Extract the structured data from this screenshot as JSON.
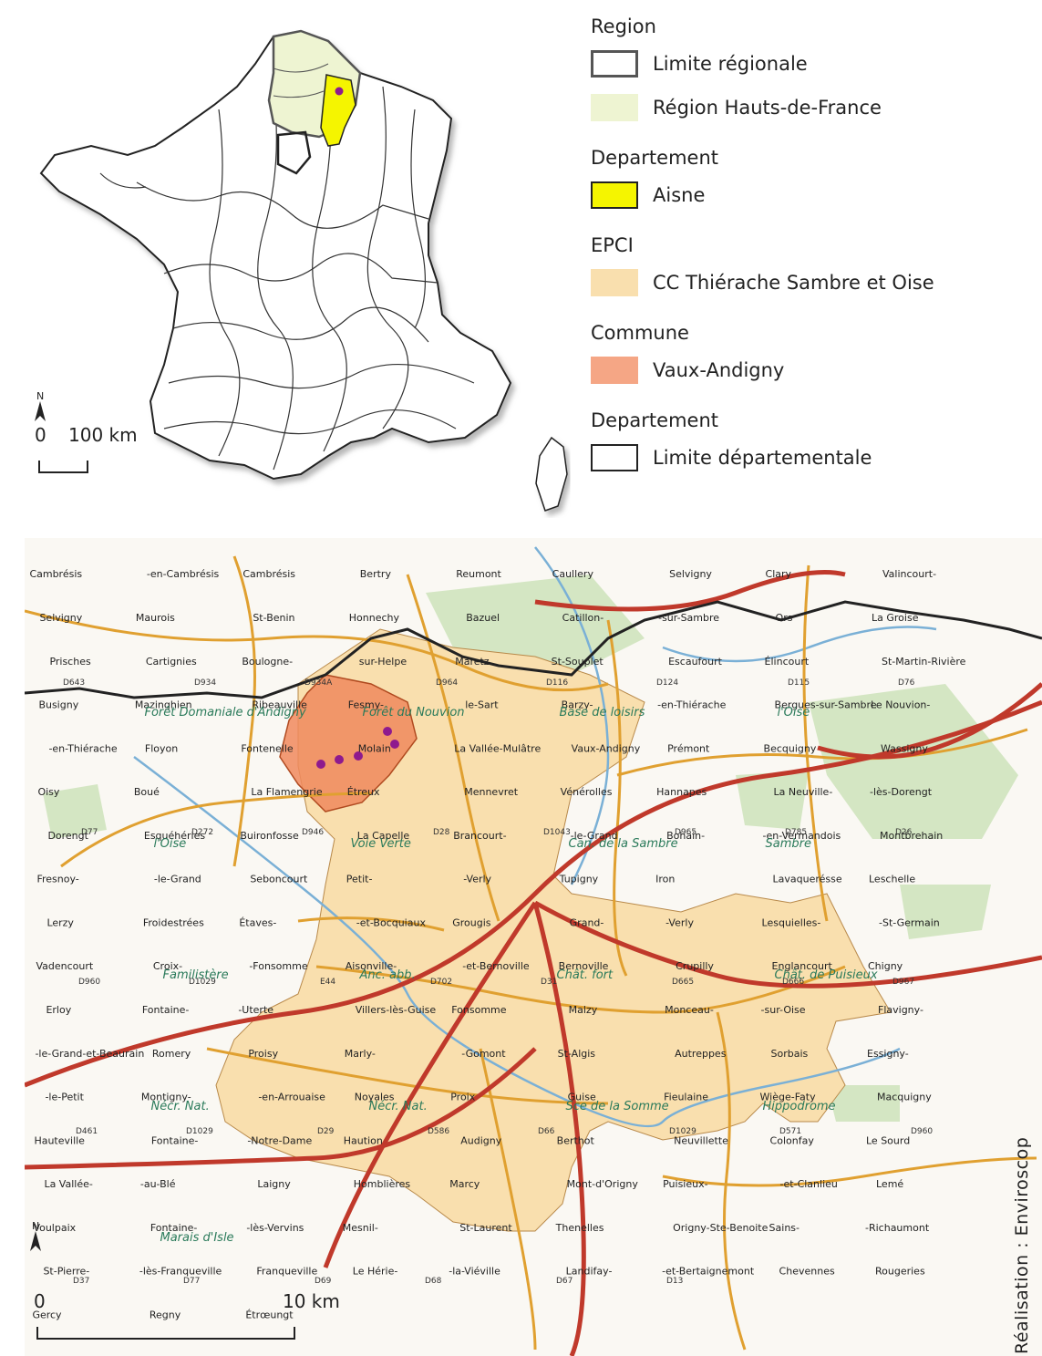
{
  "inset": {
    "scale_zero": "0",
    "scale_label": "100 km",
    "north_label": "N"
  },
  "legend": {
    "groups": [
      {
        "heading": "Region",
        "items": [
          {
            "label": "Limite régionale",
            "fill": "#ffffff",
            "border": "#555555",
            "border_width": 3
          },
          {
            "label": "Région Hauts-de-France",
            "fill": "#eef4d2",
            "border": "#eef4d2",
            "border_width": 0
          }
        ]
      },
      {
        "heading": "Departement",
        "items": [
          {
            "label": "Aisne",
            "fill": "#f5f500",
            "border": "#222222",
            "border_width": 2
          }
        ]
      },
      {
        "heading": "EPCI",
        "items": [
          {
            "label": "CC Thiérache Sambre et Oise",
            "fill": "#f9dfae",
            "border": "#f9dfae",
            "border_width": 0
          }
        ]
      },
      {
        "heading": "Commune",
        "items": [
          {
            "label": "Vaux-Andigny",
            "fill": "#f5a685",
            "border": "#f5a685",
            "border_width": 0
          }
        ]
      },
      {
        "heading": "Departement",
        "items": [
          {
            "label": "Limite départementale",
            "fill": "#ffffff",
            "border": "#222222",
            "border_width": 2
          }
        ]
      }
    ]
  },
  "colors": {
    "epci": "#f9dfae",
    "commune": "#f08a5d",
    "region": "#eef4d2",
    "aisne": "#f5f500",
    "forest": "#d4e6c3",
    "road_major": "#c0392b",
    "road_secondary": "#e0a030",
    "border": "#222222",
    "marker": "#8e1a8e"
  },
  "map": {
    "places": [
      "Cambrésis",
      "-en-Cambrésis",
      "Cambrésis",
      "Bertry",
      "Reumont",
      "Caullery",
      "Selvigny",
      "Clary",
      "Valincourt-",
      "Selvigny",
      "Maurois",
      "St-Benin",
      "Honnechy",
      "Bazuel",
      "Catillon-",
      "-sur-Sambre",
      "Ors",
      "La Groise",
      "Prisches",
      "Cartignies",
      "Boulogne-",
      "sur-Helpe",
      "Maretz",
      "St-Souplet",
      "Escaufourt",
      "Élincourt",
      "St-Martin-Rivière",
      "Busigny",
      "Mazinghien",
      "Ribeauville",
      "Fesmy-",
      "le-Sart",
      "Barzy-",
      "-en-Thiérache",
      "Bergues-sur-Sambre",
      "Le Nouvion-",
      "-en-Thiérache",
      "Floyon",
      "Fontenelle",
      "Molain",
      "La Vallée-Mulâtre",
      "Vaux-Andigny",
      "Prémont",
      "Becquigny",
      "Wassigny",
      "Oisy",
      "Boué",
      "La Flamengrie",
      "Étreux",
      "Mennevret",
      "Vénérolles",
      "Hannapes",
      "La Neuville-",
      "-lès-Dorengt",
      "Dorengt",
      "Esquéhéries",
      "Buironfosse",
      "La Capelle",
      "Brancourt-",
      "-le-Grand",
      "Bohain-",
      "-en-Vermandois",
      "Montbrehain",
      "Fresnoy-",
      "-le-Grand",
      "Seboncourt",
      "Petit-",
      "-Verly",
      "Tupigny",
      "Iron",
      "Lavaquerésse",
      "Leschelle",
      "Lerzy",
      "Froidestrées",
      "Étaves-",
      "-et-Bocquiaux",
      "Grougis",
      "Grand-",
      "-Verly",
      "Lesquielles-",
      "-St-Germain",
      "Vadencourt",
      "Croix-",
      "-Fonsomme",
      "Aisonville-",
      "-et-Bernoville",
      "Bernoville",
      "Crupilly",
      "Englancourt",
      "Chigny",
      "Erloy",
      "Fontaine-",
      "-Uterte",
      "Villers-lès-Guise",
      "Fonsomme",
      "Malzy",
      "Monceau-",
      "-sur-Oise",
      "Flavigny-",
      "-le-Grand-et-Beaurain",
      "Romery",
      "Proisy",
      "Marly-",
      "-Gomont",
      "St-Algis",
      "Autreppes",
      "Sorbais",
      "Essigny-",
      "-le-Petit",
      "Montigny-",
      "-en-Arrouaise",
      "Noyales",
      "Proix",
      "Guise",
      "Fieulaine",
      "Wiège-Faty",
      "Macquigny",
      "Hauteville",
      "Fontaine-",
      "-Notre-Dame",
      "Haution",
      "Audigny",
      "Berthot",
      "Neuvillette",
      "Colonfay",
      "Le Sourd",
      "La Vallée-",
      "-au-Blé",
      "Laigny",
      "Homblières",
      "Marcy",
      "Mont-d'Origny",
      "Puisieux-",
      "-et-Clanlieu",
      "Lemé",
      "Voulpaix",
      "Fontaine-",
      "-lès-Vervins",
      "Mesnil-",
      "St-Laurent",
      "Thenelles",
      "Origny-Ste-Benoite",
      "Sains-",
      "-Richaumont",
      "St-Pierre-",
      "-lès-Franqueville",
      "Franqueville",
      "Le Hérie-",
      "-la-Viéville",
      "Landifay-",
      "-et-Bertaignemont",
      "Chevennes",
      "Rougeries",
      "Gercy",
      "Regny",
      "Étrœungt"
    ],
    "roads": [
      "D643",
      "D934",
      "D934A",
      "D964",
      "D116",
      "D124",
      "D115",
      "D76",
      "D77",
      "D272",
      "D946",
      "D28",
      "D1043",
      "D965",
      "D785",
      "D26",
      "D960",
      "D1029",
      "E44",
      "D702",
      "D31",
      "D665",
      "D666",
      "D967",
      "D461",
      "D1029",
      "D29",
      "D586",
      "D66",
      "D1029",
      "D571",
      "D960",
      "D37",
      "D77",
      "D69",
      "D68",
      "D67",
      "D13"
    ],
    "features": [
      "Forêt Domaniale d'Andigny",
      "Forêt du Nouvion",
      "Base de loisirs",
      "l'Oise",
      "l'Oise",
      "Voie Verte",
      "Can. de la Sambre",
      "Sambre",
      "Familistère",
      "Anc. abb.",
      "Chât. fort",
      "Chât. de Puisieux",
      "Nécr. Nat.",
      "Nécr. Nat.",
      "Sce de la Somme",
      "Hippodrome",
      "Marais d'Isle"
    ],
    "scale_zero": "0",
    "scale_label": "10 km",
    "north_label": "N"
  },
  "credit": "Réalisation : Enviroscop"
}
